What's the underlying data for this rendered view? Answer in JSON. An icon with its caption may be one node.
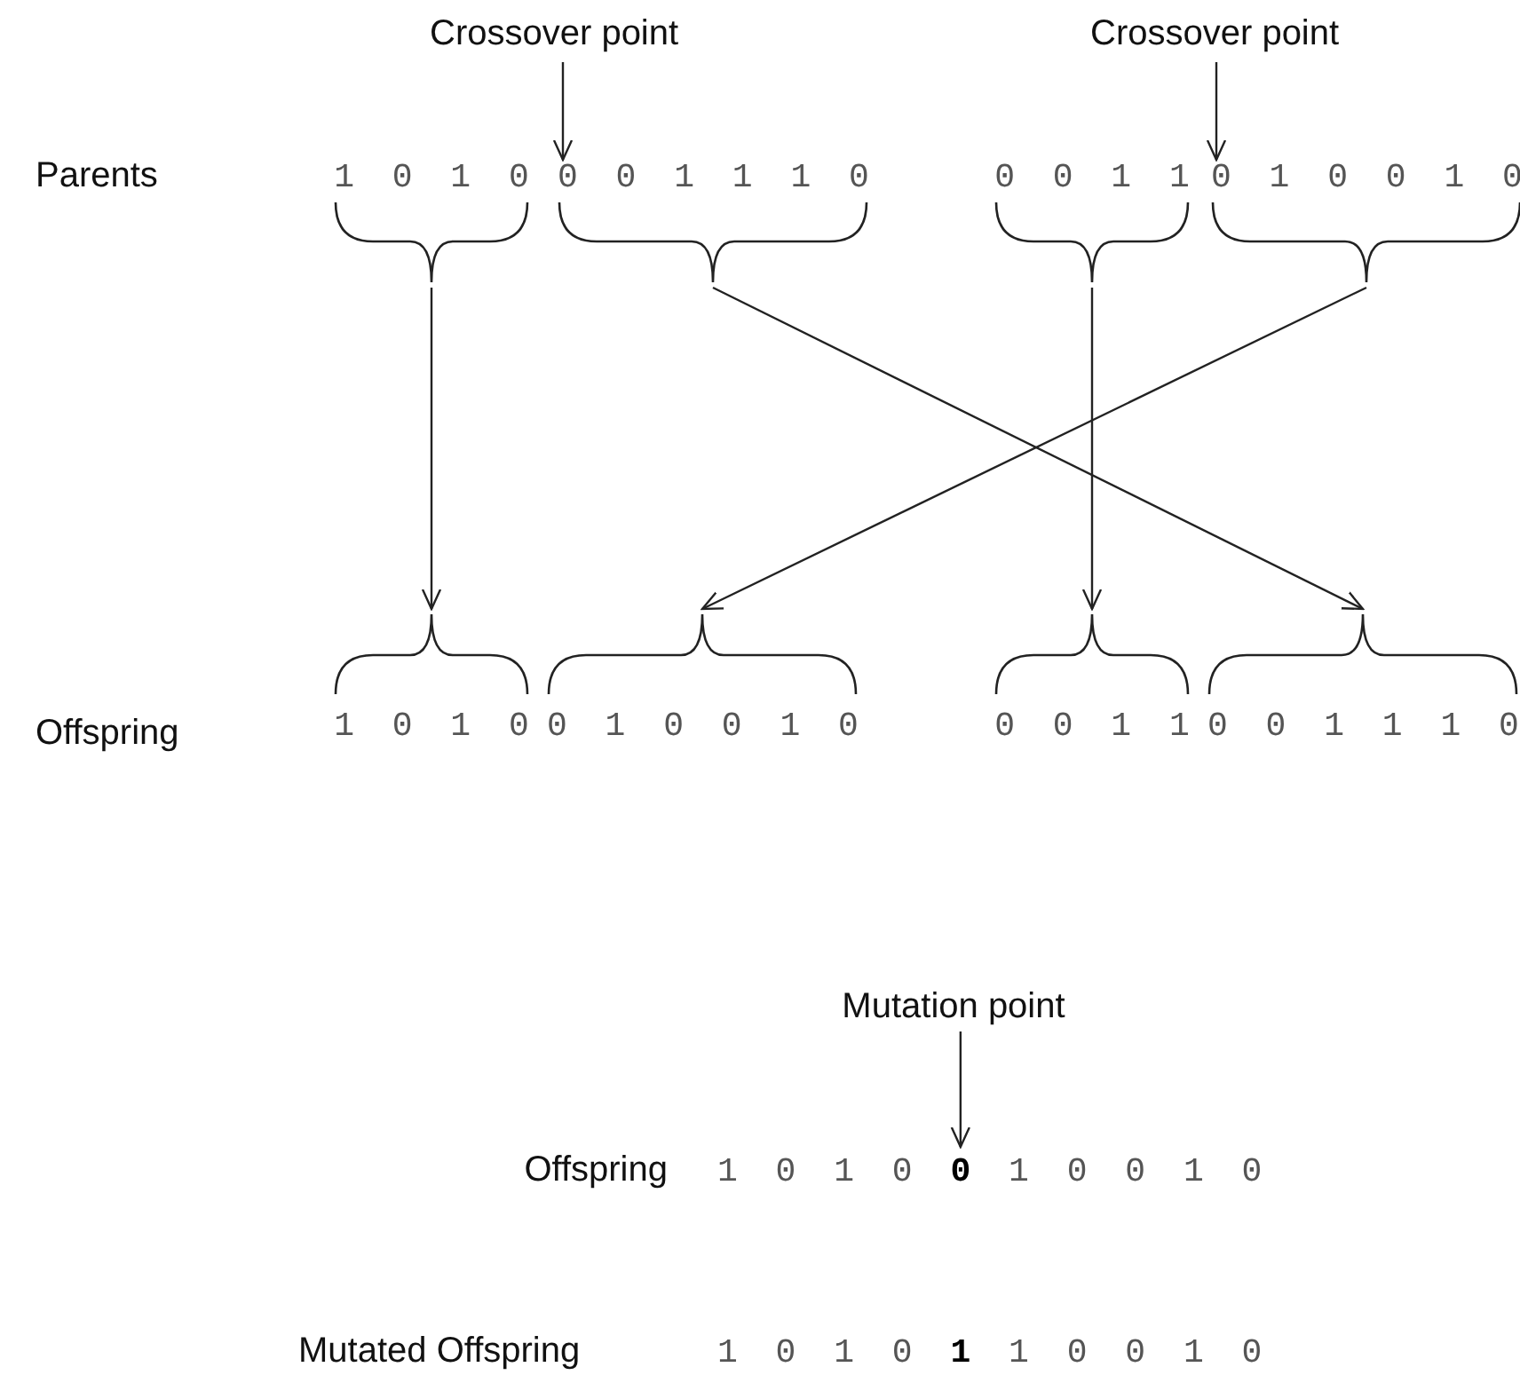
{
  "diagram": {
    "nodes": [
      {
        "text": [
          "Crossover point"
        ]
      },
      {
        "text": [
          "Crossover point"
        ]
      },
      {
        "text": [
          "1 0 1 0"
        ]
      },
      {
        "text": [
          "0 0 1 1 1 0"
        ]
      },
      {
        "text": [
          "0 0 1 1"
        ]
      },
      {
        "text": [
          "0 1 0 0 1 0"
        ]
      },
      {
        "text": [
          "1 0 1 0"
        ]
      },
      {
        "text": [
          "0 1 0 0 1 0"
        ]
      },
      {
        "text": [
          "0 0 1 1"
        ]
      },
      {
        "text": [
          "0 0 1 1 1 0"
        ]
      },
      {
        "text": [
          "Mutation point"
        ]
      },
      {
        "text": [
          "1 0 1 0 **0** 1 0 0 1 0"
        ]
      }
    ],
    "edges": [
      {
        "from": 0,
        "to": 3,
        "arrow": "to"
      },
      {
        "from": 1,
        "to": 5,
        "arrow": "to"
      },
      {
        "from": 2,
        "to": 6,
        "arrow": "to"
      },
      {
        "from": 3,
        "to": 9,
        "arrow": "to"
      },
      {
        "from": 4,
        "to": 8,
        "arrow": "to"
      },
      {
        "from": 5,
        "to": 7,
        "arrow": "to"
      },
      {
        "from": 10,
        "to": 11,
        "arrow": "to"
      }
    ],
    "labels": [
      "Parents",
      "Offspring",
      "Offspring",
      "Mutated Offspring",
      "1 0 1 0 **1** 1 0 0 1 0"
    ]
  }
}
